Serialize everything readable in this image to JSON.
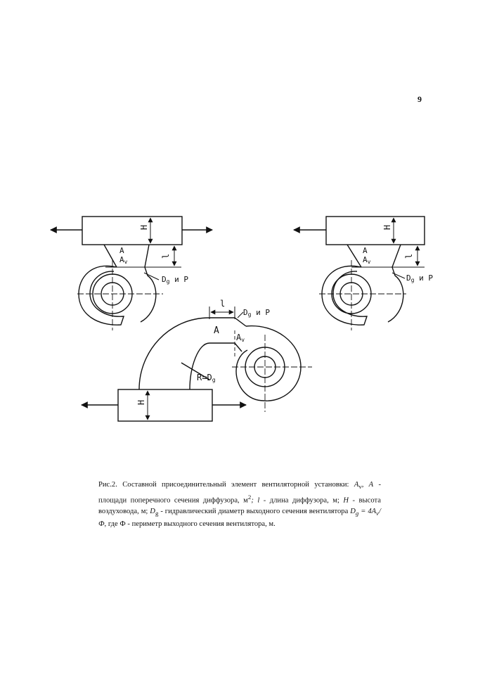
{
  "page": {
    "number": "9"
  },
  "figure": {
    "labels": {
      "H": "H",
      "A": "A",
      "Av": "A",
      "Av_sub": "v",
      "l_top": "l",
      "l_side": "l",
      "dg_and_p": "D",
      "dg_sub": "g",
      "dg_and_p_suffix": " и P",
      "radius": "R=D",
      "radius_sub": "g"
    }
  },
  "caption": {
    "label": "Рис.2.",
    "text": "Составной присоединительный элемент вентиляторной установки: ",
    "term_av": "A",
    "term_av_sub": "v",
    "term_a": ", A",
    "t1": " - площади поперечного сечения диффузора, м",
    "t1_sup": "2",
    "term_l": "; l",
    "t2": " - длина диффузора, м; ",
    "term_h": "H",
    "t3": " - высота воздуховода, м; ",
    "term_dg": "D",
    "term_dg_sub": "g",
    "t4": " - гидравлический диаметр выходного сечения вентилятора ",
    "formula": "D",
    "formula_sub": "g",
    "formula_rest": " = 4A",
    "formula_rest_sub": "v",
    "formula_end": "/Ф",
    "t5": ", где Ф - периметр выходного сечения вентилятора, м."
  }
}
